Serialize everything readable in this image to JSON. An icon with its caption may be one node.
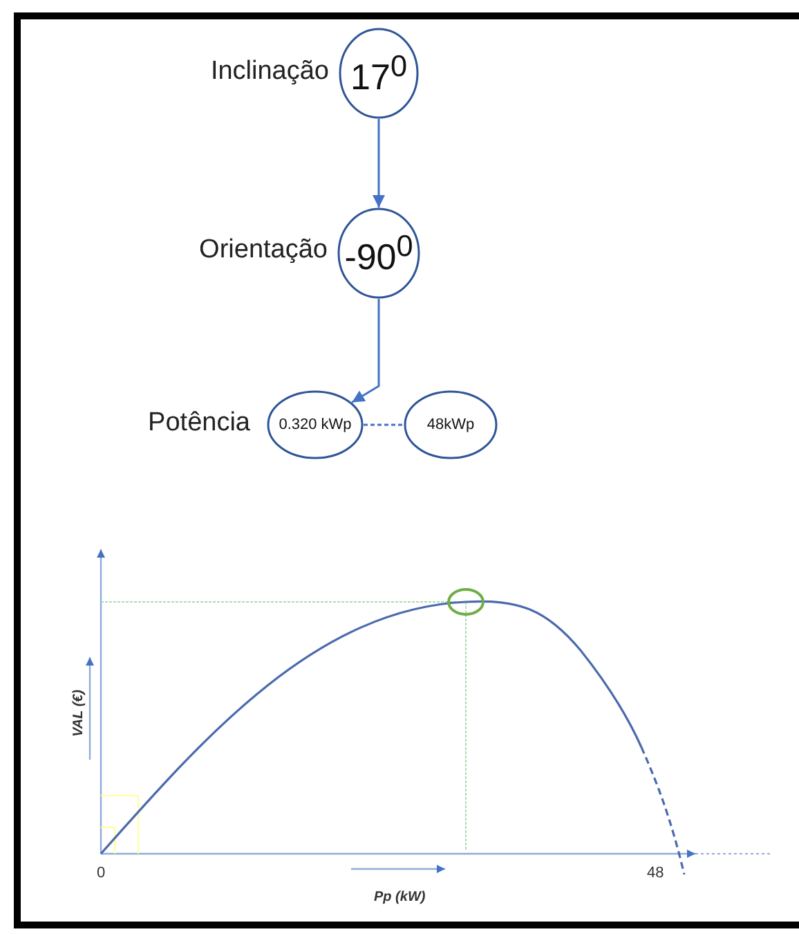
{
  "diagram": {
    "nodes": [
      {
        "text": [
          "17$^{0}$"
        ],
        "beside": [
          "Inclinação"
        ]
      },
      {
        "text": [
          "-90$^{0}$"
        ],
        "beside": [
          "Orientação"
        ]
      },
      {
        "text": [
          "0.320 kWp"
        ],
        "beside": [
          "Potência"
        ]
      },
      {
        "text": [
          "48kWp"
        ]
      }
    ],
    "edges": [
      {
        "from": 0,
        "to": 1,
        "arrow": "to"
      },
      {
        "from": 1,
        "to": 2,
        "arrow": "to"
      },
      {
        "from": 2,
        "to": 3,
        "arrow": "none",
        "style": "dashed"
      }
    ],
    "labels": [
      "VAL (€)",
      "0",
      "Pp (kW)",
      "48"
    ]
  }
}
